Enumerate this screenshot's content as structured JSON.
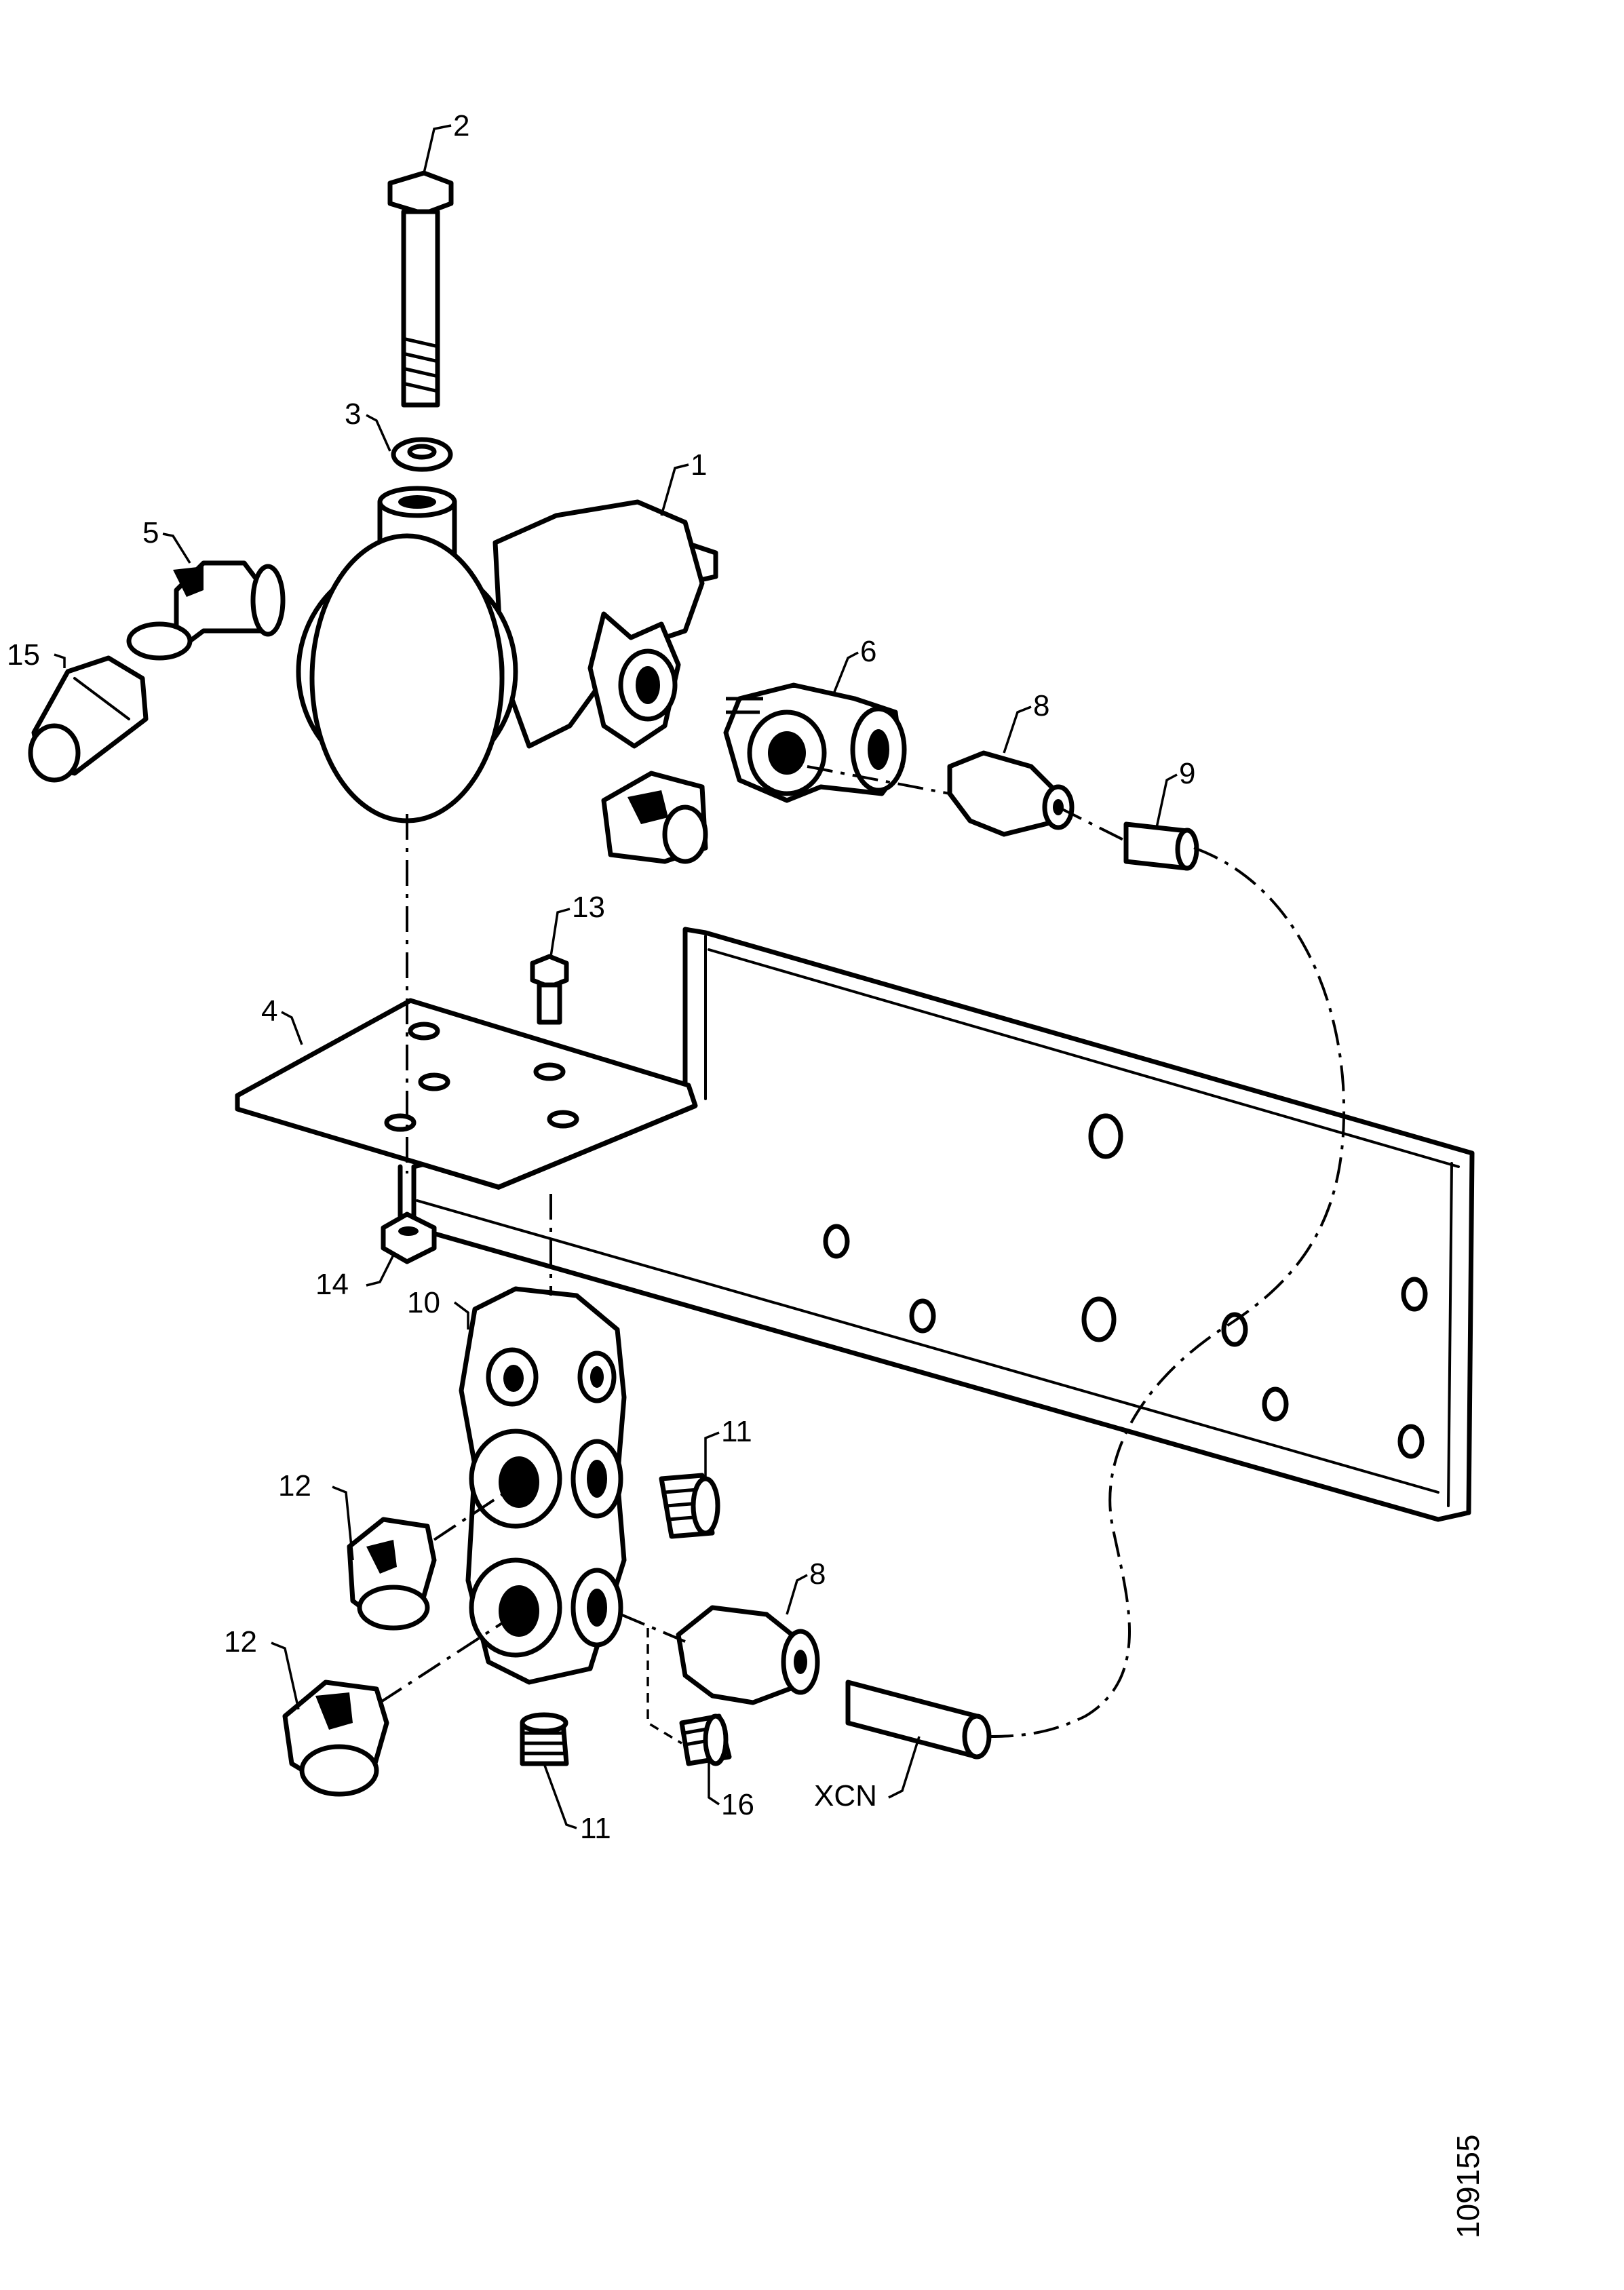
{
  "diagram": {
    "callouts": [
      {
        "id": "c1",
        "label": "1"
      },
      {
        "id": "c2",
        "label": "2"
      },
      {
        "id": "c3",
        "label": "3"
      },
      {
        "id": "c4",
        "label": "4"
      },
      {
        "id": "c5",
        "label": "5"
      },
      {
        "id": "c6",
        "label": "6"
      },
      {
        "id": "c8a",
        "label": "8"
      },
      {
        "id": "c8b",
        "label": "8"
      },
      {
        "id": "c9",
        "label": "9"
      },
      {
        "id": "c10",
        "label": "10"
      },
      {
        "id": "c11a",
        "label": "11"
      },
      {
        "id": "c11b",
        "label": "11"
      },
      {
        "id": "c12a",
        "label": "12"
      },
      {
        "id": "c12b",
        "label": "12"
      },
      {
        "id": "c13",
        "label": "13"
      },
      {
        "id": "c14",
        "label": "14"
      },
      {
        "id": "c15",
        "label": "15"
      },
      {
        "id": "c16",
        "label": "16"
      },
      {
        "id": "cxcn",
        "label": "XCN"
      }
    ],
    "figure_number": "109155"
  }
}
